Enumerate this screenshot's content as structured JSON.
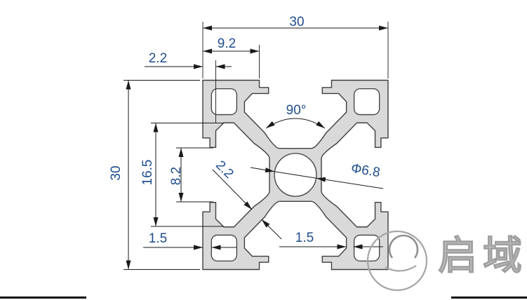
{
  "drawing": {
    "type": "aluminium-profile-cross-section",
    "dims": {
      "overall_width": "30",
      "edge_to_slot": "9.2",
      "lip_depth": "2.2",
      "groove_angle": "90°",
      "center_bore": "Φ6.8",
      "web_thickness": "2.2",
      "cavity_height": "16.5",
      "slot_opening": "8.2",
      "overall_height": "30",
      "wall_left": "1.5",
      "wall_right": "1.5"
    },
    "colors": {
      "profile_fill": "#d9d9d9",
      "outline": "#3f3f3f",
      "dim_line": "#1a1a1a",
      "dim_text": "#1f4e8c",
      "logo_gray": "#bdbdbd"
    },
    "logo": {
      "wordmark": "启域",
      "mark": "q-circle-logo"
    }
  }
}
